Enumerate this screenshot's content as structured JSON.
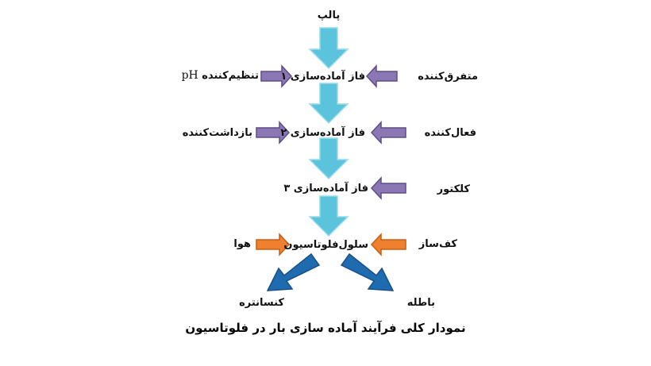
{
  "colors": {
    "flow_arrow": "#5cc3dd",
    "flow_arrow_stroke": "#9adbe9",
    "reagent_arrow": "#8c77b5",
    "reagent_arrow_stroke": "#5e4d88",
    "air_arrow": "#ee8030",
    "air_arrow_stroke": "#c65f15",
    "output_arrow": "#1f6bb0",
    "output_arrow_stroke": "#184f86"
  },
  "nodes": {
    "pulp": "پالپ",
    "conditioning_1": "فاز آماده‌سازی ۱",
    "conditioning_2": "فاز آماده‌سازی ۲",
    "conditioning_3": "فاز آماده‌سازی ۳",
    "flotation_cell": "سلول‌فلوتاسیون",
    "concentrate": "کنسانتره",
    "tailings": "باطله"
  },
  "reagents": {
    "dispersant": "متفرق‌کننده",
    "ph_regulator_text": "تنظیم‌کننده",
    "ph_regulator_symbol": "pH",
    "activator": "فعال‌کننده",
    "depressant": "بازداشت‌کننده",
    "collector": "کلکتور",
    "air": "هوا",
    "frother": "کف‌ساز"
  },
  "caption": "نمودار کلی فرآیند آماده سازی بار در فلوتاسیون"
}
